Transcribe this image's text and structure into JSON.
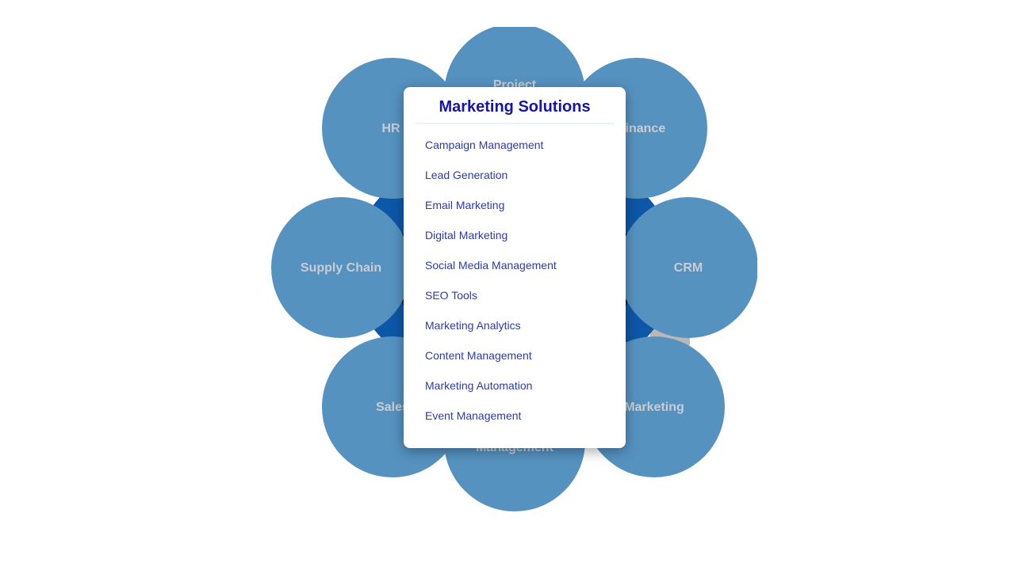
{
  "petals": {
    "project": "Project",
    "hr": "HR",
    "finance": "Finance",
    "supply_chain": "Supply Chain",
    "crm": "CRM",
    "sales": "Sales",
    "marketing": "Marketing",
    "management": "Management"
  },
  "popup": {
    "title": "Marketing Solutions",
    "items": [
      "Campaign Management",
      "Lead Generation",
      "Email Marketing",
      "Digital Marketing",
      "Social Media Management",
      "SEO Tools",
      "Marketing Analytics",
      "Content Management",
      "Marketing Automation",
      "Event Management"
    ]
  },
  "colors": {
    "petal": "#5592c0",
    "hub_ring": "#0d57a8",
    "hub_core": "#05103f",
    "title": "#1515a8",
    "link": "#2a3ab0"
  }
}
